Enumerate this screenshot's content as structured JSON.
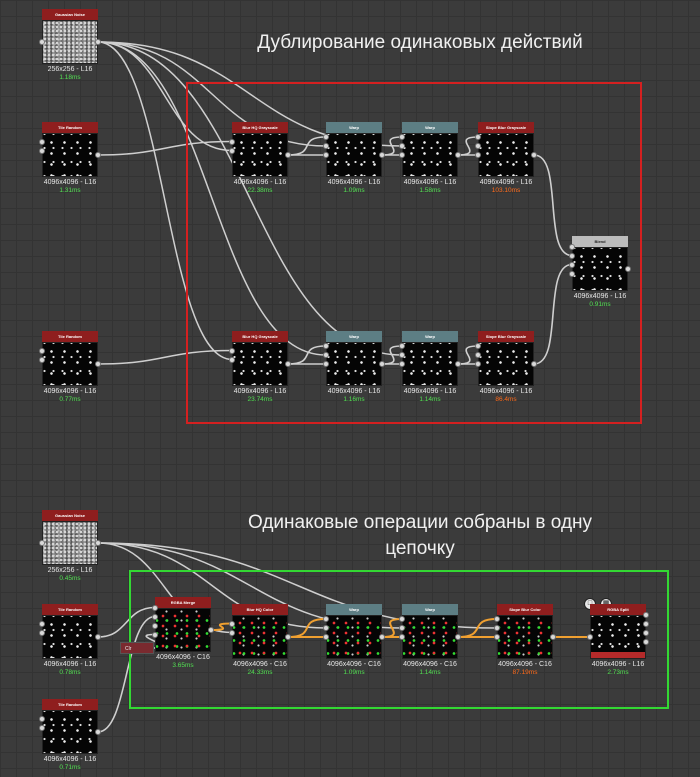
{
  "headings": {
    "top": "Дублирование одинаковых действий",
    "bottom_line1": "Одинаковые операции собраны в одну",
    "bottom_line2": "цепочку"
  },
  "frames": {
    "top_color": "#d42020",
    "bottom_color": "#33d833"
  },
  "colors": {
    "time_green": "#52e052",
    "time_orange": "#ff6a1a",
    "wire_gray": "#cfcfcf",
    "wire_orange": "#f0a030",
    "header_red": "#8f1e1e",
    "header_teal": "#5d7e84"
  },
  "clr_node": {
    "label": "Clr"
  },
  "rgba_split_icons": [
    "document-icon",
    "checkerboard-icon"
  ],
  "nodes": [
    {
      "id": "gn1",
      "title": "Gaussian Noise",
      "res": "256x256 - L16",
      "time": "1.18ms",
      "timeColor": "green",
      "header": "red",
      "body": "noise"
    },
    {
      "id": "tr1",
      "title": "Tile Random",
      "res": "4096x4096 - L16",
      "time": "1.31ms",
      "timeColor": "green",
      "header": "red",
      "body": "dots"
    },
    {
      "id": "tr2",
      "title": "Tile Random",
      "res": "4096x4096 - L16",
      "time": "0.77ms",
      "timeColor": "green",
      "header": "red",
      "body": "dots"
    },
    {
      "id": "bhq1",
      "title": "Blur HQ Grayscale",
      "res": "4096x4096 - L16",
      "time": "22.38ms",
      "timeColor": "green",
      "header": "red",
      "body": "dots"
    },
    {
      "id": "w1",
      "title": "Warp",
      "res": "4096x4096 - L16",
      "time": "1.09ms",
      "timeColor": "green",
      "header": "teal",
      "body": "dots"
    },
    {
      "id": "w2",
      "title": "Warp",
      "res": "4096x4096 - L16",
      "time": "1.58ms",
      "timeColor": "green",
      "header": "teal",
      "body": "dots"
    },
    {
      "id": "sb1",
      "title": "Slope Blur Grayscale",
      "res": "4096x4096 - L16",
      "time": "103.10ms",
      "timeColor": "orange",
      "header": "red",
      "body": "dots"
    },
    {
      "id": "bl",
      "title": "Blend",
      "res": "4096x4096 - L16",
      "time": "0.91ms",
      "timeColor": "green",
      "header": "gray",
      "body": "dots"
    },
    {
      "id": "bhq2",
      "title": "Blur HQ Grayscale",
      "res": "4096x4096 - L16",
      "time": "23.74ms",
      "timeColor": "green",
      "header": "red",
      "body": "dots"
    },
    {
      "id": "w3",
      "title": "Warp",
      "res": "4096x4096 - L16",
      "time": "1.16ms",
      "timeColor": "green",
      "header": "teal",
      "body": "dots"
    },
    {
      "id": "w4",
      "title": "Warp",
      "res": "4096x4096 - L16",
      "time": "1.14ms",
      "timeColor": "green",
      "header": "teal",
      "body": "dots"
    },
    {
      "id": "sb2",
      "title": "Slope Blur Grayscale",
      "res": "4096x4096 - L16",
      "time": "86.4ms",
      "timeColor": "orange",
      "header": "red",
      "body": "dots"
    },
    {
      "id": "gn2",
      "title": "Gaussian Noise",
      "res": "256x256 - L16",
      "time": "0.45ms",
      "timeColor": "green",
      "header": "red",
      "body": "noise"
    },
    {
      "id": "tr3",
      "title": "Tile Random",
      "res": "4096x4096 - L16",
      "time": "0.78ms",
      "timeColor": "green",
      "header": "red",
      "body": "dots"
    },
    {
      "id": "tr4",
      "title": "Tile Random",
      "res": "4096x4096 - L16",
      "time": "0.71ms",
      "timeColor": "green",
      "header": "red",
      "body": "dots"
    },
    {
      "id": "rm",
      "title": "RGBA Merge",
      "res": "4096x4096 - C16",
      "time": "3.65ms",
      "timeColor": "green",
      "header": "red",
      "body": "color"
    },
    {
      "id": "bhqc",
      "title": "Blur HQ Color",
      "res": "4096x4096 - C16",
      "time": "24.33ms",
      "timeColor": "green",
      "header": "red",
      "body": "color"
    },
    {
      "id": "w5",
      "title": "Warp",
      "res": "4096x4096 - C16",
      "time": "1.09ms",
      "timeColor": "green",
      "header": "teal",
      "body": "color"
    },
    {
      "id": "w6",
      "title": "Warp",
      "res": "4096x4096 - C16",
      "time": "1.14ms",
      "timeColor": "green",
      "header": "teal",
      "body": "color"
    },
    {
      "id": "sbc",
      "title": "Slope Blur Color",
      "res": "4096x4096 - C16",
      "time": "87.19ms",
      "timeColor": "orange",
      "header": "red",
      "body": "color"
    },
    {
      "id": "rs",
      "title": "RGBA Split",
      "res": "4096x4096 - L16",
      "time": "2.73ms",
      "timeColor": "green",
      "header": "red",
      "body": "dots"
    }
  ]
}
